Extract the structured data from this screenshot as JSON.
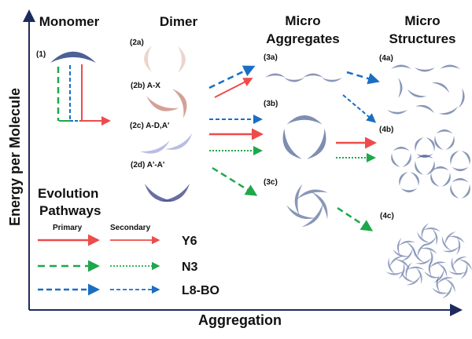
{
  "axes": {
    "y_label": "Energy per Molecule",
    "x_label": "Aggregation"
  },
  "columns": {
    "monomer": "Monomer",
    "dimer": "Dimer",
    "micro_aggregates": [
      "Micro",
      "Aggregates"
    ],
    "micro_structures": [
      "Micro",
      "Structures"
    ]
  },
  "labels": {
    "l1": "(1)",
    "l2a": "(2a)",
    "l2b": "(2b) A-X",
    "l2c": "(2c) A-D,A'",
    "l2d": "(2d) A'-A'",
    "l3a": "(3a)",
    "l3b": "(3b)",
    "l3c": "(3c)",
    "l4a": "(4a)",
    "l4b": "(4b)",
    "l4c": "(4c)"
  },
  "legend": {
    "title": [
      "Evolution",
      "Pathways"
    ],
    "primary": "Primary",
    "secondary": "Secondary",
    "rows": [
      {
        "name": "Y6",
        "color": "#ef4b4b"
      },
      {
        "name": "N3",
        "color": "#1ea84b"
      },
      {
        "name": "L8-BO",
        "color": "#1a6fc2"
      }
    ]
  },
  "colors": {
    "axis": "#1c2b5e",
    "molecule": "#3a5088",
    "dimer_2a": "#e8c9c2",
    "dimer_2b": "#c98a7c",
    "dimer_2c": "#9b9fd8",
    "dimer_2d": "#4d5590"
  }
}
